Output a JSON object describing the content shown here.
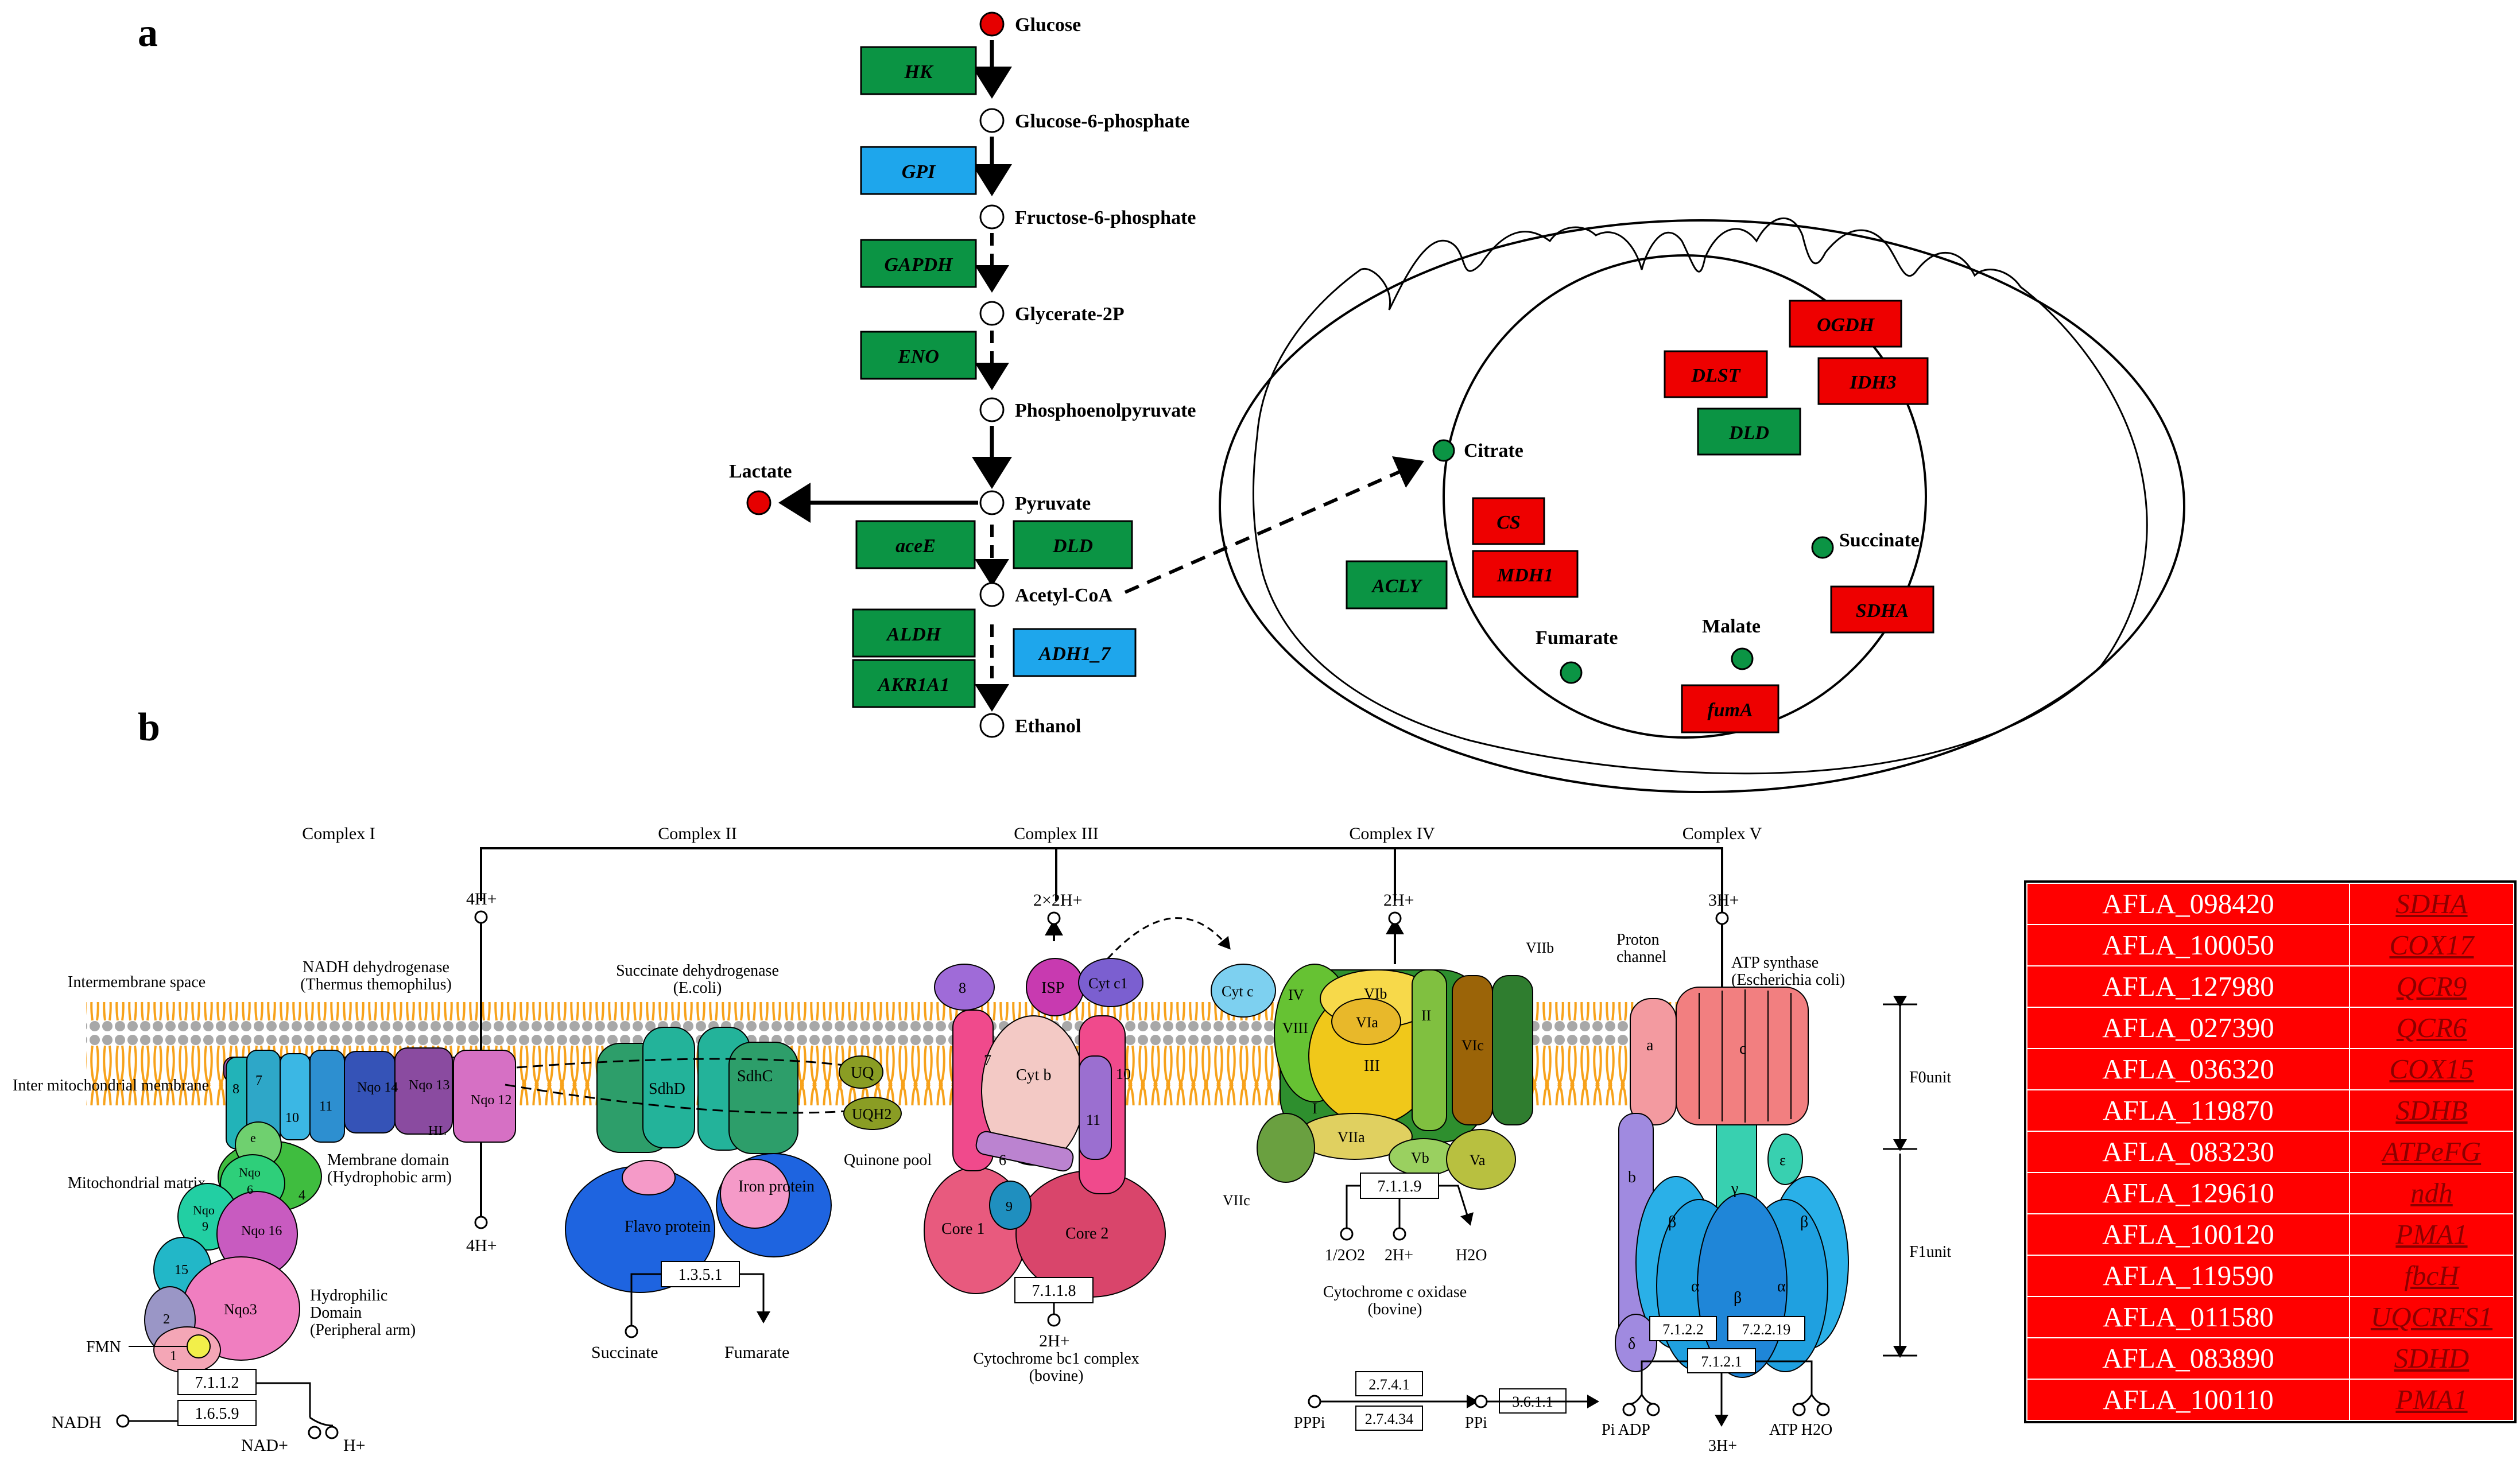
{
  "panels": {
    "a": "a",
    "b": "b"
  },
  "glycolysis": {
    "metabolites": [
      "Glucose",
      "Glucose-6-phosphate",
      "Fructose-6-phosphate",
      "Glycerate-2P",
      "Phosphoenolpyruvate",
      "Pyruvate",
      "Acetyl-CoA",
      "Ethanol",
      "Lactate"
    ],
    "enzymes": [
      {
        "label": "HK",
        "color": "#0b9444"
      },
      {
        "label": "GPI",
        "color": "#1ea6ec"
      },
      {
        "label": "GAPDH",
        "color": "#0b9444"
      },
      {
        "label": "ENO",
        "color": "#0b9444"
      },
      {
        "label": "aceE",
        "color": "#0b9444"
      },
      {
        "label": "DLD",
        "color": "#0b9444"
      },
      {
        "label": "ALDH",
        "color": "#0b9444"
      },
      {
        "label": "ADH1_7",
        "color": "#1ea6ec"
      },
      {
        "label": "AKR1A1",
        "color": "#0b9444"
      }
    ],
    "metabolite_colors": {
      "up": "#e60000",
      "none": "#ffffff"
    }
  },
  "tca": {
    "metabolites": [
      "Citrate",
      "Succinate",
      "Malate",
      "Fumarate"
    ],
    "enzymes": [
      {
        "label": "OGDH",
        "color": "#ee0000"
      },
      {
        "label": "DLST",
        "color": "#ee0000"
      },
      {
        "label": "IDH3",
        "color": "#ee0000"
      },
      {
        "label": "DLD",
        "color": "#0b9444"
      },
      {
        "label": "CS",
        "color": "#ee0000"
      },
      {
        "label": "MDH1",
        "color": "#ee0000"
      },
      {
        "label": "ACLY",
        "color": "#0b9444"
      },
      {
        "label": "SDHA",
        "color": "#ee0000"
      },
      {
        "label": "fumA",
        "color": "#ee0000"
      }
    ]
  },
  "oxphos": {
    "complexes": [
      "Complex I",
      "Complex II",
      "Complex III",
      "Complex IV",
      "Complex V"
    ],
    "protons": [
      "4H+",
      "4H+",
      "2×2H+",
      "2H+",
      "3H+",
      "2H+",
      "3H+"
    ],
    "membrane_labels": [
      "Intermembrane space",
      "Inter mitochondrial membrane",
      "Mitochondrial matrix"
    ],
    "complex1": {
      "title": [
        "NADH dehydrogenase",
        "(Thermus themophilus)"
      ],
      "membrane_domain": [
        "Membrane domain",
        "(Hydrophobic arm)"
      ],
      "hydrophilic": [
        "Hydrophilic",
        "Domain",
        "(Peripheral arm)"
      ],
      "subunits": [
        "8",
        "7",
        "10",
        "11",
        "Nqo 14",
        "Nqo 13",
        "Nqo 12",
        "HL",
        "e",
        "4",
        "6",
        "9",
        "Nqo 16",
        "15",
        "Nqo3",
        "2",
        "1",
        "Nqo"
      ],
      "ec": [
        "7.1.1.2",
        "1.6.5.9"
      ],
      "substrates": [
        "NADH",
        "NAD+",
        "H+",
        "FMN"
      ]
    },
    "complex2": {
      "title": [
        "Succinate dehydrogenase",
        "(E.coli)"
      ],
      "subunits": [
        "SdhD",
        "SdhC",
        "Flavo protein",
        "Iron protein"
      ],
      "ec": "1.3.5.1",
      "substrates": [
        "Succinate",
        "Fumarate"
      ],
      "quinone": [
        "UQ",
        "UQH2",
        "Quinone pool"
      ]
    },
    "complex3": {
      "title": [
        "Cytochrome bc1 complex",
        "(bovine)"
      ],
      "subunits": [
        "8",
        "ISP",
        "Cyt c1",
        "7",
        "Cyt b",
        "10",
        "11",
        "6",
        "Core 1",
        "9",
        "Core 2"
      ],
      "ec": "7.1.1.8"
    },
    "complex4": {
      "title": [
        "Cytochrome c oxidase",
        "(bovine)"
      ],
      "subunits": [
        "Cyt c",
        "IV",
        "VIII",
        "VIb",
        "VIa",
        "III",
        "II",
        "VIc",
        "VIIb",
        "I",
        "VIIa",
        "Vb",
        "Va",
        "VIIc"
      ],
      "ec": "7.1.1.9",
      "products": [
        "1/2O2",
        "2H+",
        "H2O"
      ]
    },
    "complex5": {
      "title": [
        "ATP synthase",
        "(Escherichia coli)"
      ],
      "proton_channel": [
        "Proton",
        "channel"
      ],
      "subunits": [
        "a",
        "c",
        "b",
        "ε",
        "γ",
        "β",
        "β",
        "α",
        "α",
        "β",
        "δ"
      ],
      "ec": [
        "7.1.2.2",
        "7.2.2.19",
        "7.1.2.1",
        "2.7.4.1",
        "2.7.4.34",
        "3.6.1.1"
      ],
      "units": [
        "F0unit",
        "F1unit"
      ],
      "substrates": [
        "PPPi",
        "PPi",
        "Pi ADP",
        "ATP H2O"
      ]
    }
  },
  "gene_table": [
    {
      "id": "AFLA_098420",
      "gene": "SDHA"
    },
    {
      "id": "AFLA_100050",
      "gene": "COX17"
    },
    {
      "id": "AFLA_127980",
      "gene": "QCR9"
    },
    {
      "id": "AFLA_027390",
      "gene": "QCR6"
    },
    {
      "id": "AFLA_036320",
      "gene": "COX15"
    },
    {
      "id": "AFLA_119870",
      "gene": "SDHB"
    },
    {
      "id": "AFLA_083230",
      "gene": "ATPeFG"
    },
    {
      "id": "AFLA_129610",
      "gene": "ndh"
    },
    {
      "id": "AFLA_100120",
      "gene": "PMA1"
    },
    {
      "id": "AFLA_119590",
      "gene": "fbcH"
    },
    {
      "id": "AFLA_011580",
      "gene": "UQCRFS1"
    },
    {
      "id": "AFLA_083890",
      "gene": "SDHD"
    },
    {
      "id": "AFLA_100110",
      "gene": "PMA1"
    }
  ]
}
